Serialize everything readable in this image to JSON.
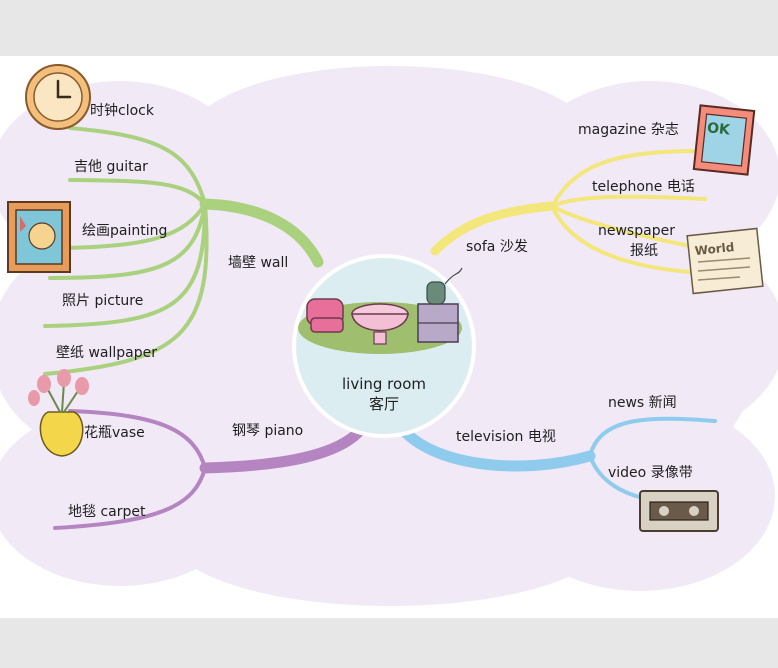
{
  "center": {
    "en": "living room",
    "zh": "客厅"
  },
  "branches": {
    "wall": {
      "label": "墙壁 wall",
      "items": {
        "clock": "时钟clock",
        "guitar": "吉他 guitar",
        "painting": "绘画painting",
        "picture": "照片 picture",
        "wallpaper": "壁纸 wallpaper"
      }
    },
    "sofa": {
      "label": "sofa 沙发",
      "items": {
        "magazine": "magazine 杂志",
        "telephone": "telephone 电话",
        "newspaper_en": "newspaper",
        "newspaper_zh": "报纸"
      }
    },
    "piano": {
      "label": "钢琴 piano",
      "items": {
        "vase": "花瓶vase",
        "carpet": "地毯 carpet"
      }
    },
    "television": {
      "label": "television 电视",
      "items": {
        "news": "news 新闻",
        "video": "video 录像带"
      }
    }
  },
  "illustration_text": {
    "magazine_cover": "OK",
    "newspaper_masthead": "World"
  },
  "colors": {
    "wall_branch": "#a9d17e",
    "sofa_branch": "#f3e77c",
    "piano_branch": "#b585c2",
    "television_branch": "#8fcbec",
    "cloud": "#f1e9f6",
    "center_circle": "#dcedf2"
  }
}
